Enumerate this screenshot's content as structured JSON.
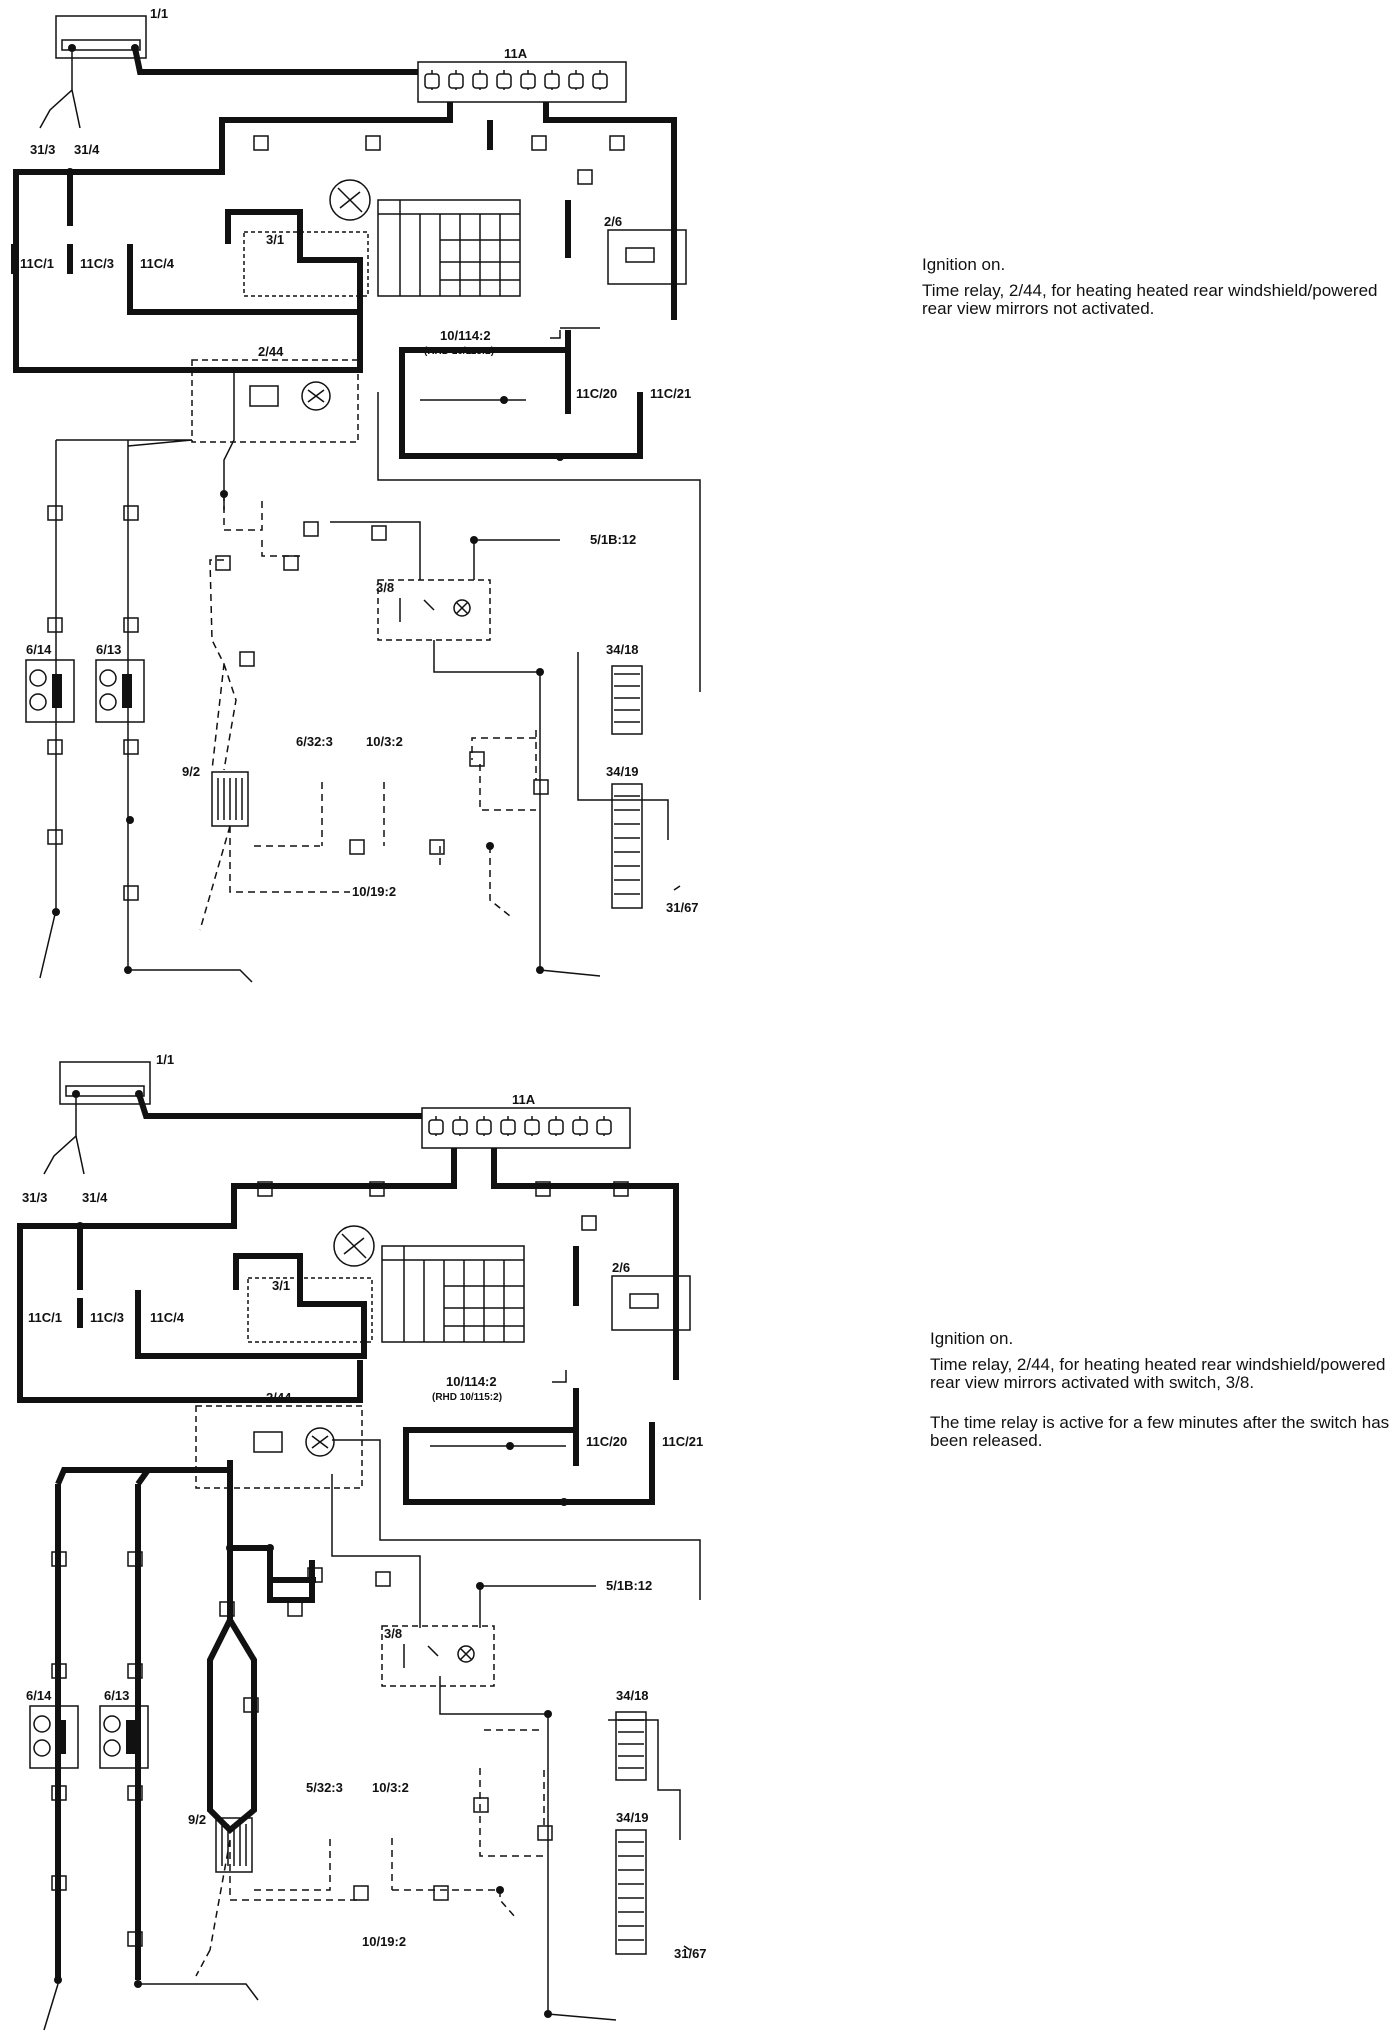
{
  "diagram_top": {
    "labels": {
      "c1_1": "1/1",
      "c11a": "11A",
      "g31_3": "31/3",
      "g31_4": "31/4",
      "c3_1": "3/1",
      "c2_6": "2/6",
      "c11c1": "11C/1",
      "c11c3": "11C/3",
      "c11c4": "11C/4",
      "c10_114": "10/114:2",
      "rhd": "(RHD 10/115:2)",
      "c11c20": "11C/20",
      "c11c21": "11C/21",
      "c2_44": "2/44",
      "c5_1b": "5/1B:12",
      "c3_8": "3/8",
      "c6_14": "6/14",
      "c6_13": "6/13",
      "c34_18": "34/18",
      "c34_19": "34/19",
      "c9_2": "9/2",
      "c6_32": "6/32:3",
      "c10_3": "10/3:2",
      "c10_19": "10/19:2",
      "g31_67": "31/67"
    }
  },
  "diagram_bottom": {
    "labels": {
      "c1_1": "1/1",
      "c11a": "11A",
      "g31_3": "31/3",
      "g31_4": "31/4",
      "c3_1": "3/1",
      "c2_6": "2/6",
      "c11c1": "11C/1",
      "c11c3": "11C/3",
      "c11c4": "11C/4",
      "c10_114": "10/114:2",
      "rhd": "(RHD 10/115:2)",
      "c11c20": "11C/20",
      "c11c21": "11C/21",
      "c2_44": "2/44",
      "c5_1b": "5/1B:12",
      "c3_8": "3/8",
      "c6_14": "6/14",
      "c6_13": "6/13",
      "c34_18": "34/18",
      "c34_19": "34/19",
      "c9_2": "9/2",
      "c6_32": "5/32:3",
      "c10_3": "10/3:2",
      "c10_19": "10/19:2",
      "g31_67": "31/67"
    }
  },
  "notes_top": {
    "line1": "Ignition on.",
    "line2": "Time relay, 2/44, for heating heated rear windshield/powered rear view mirrors not activated."
  },
  "notes_bottom": {
    "line1": "Ignition on.",
    "line2": "Time relay, 2/44, for heating heated rear windshield/powered rear view mirrors activated with switch, 3/8.",
    "line3": "The time relay is active for a few minutes after the switch has been released."
  }
}
